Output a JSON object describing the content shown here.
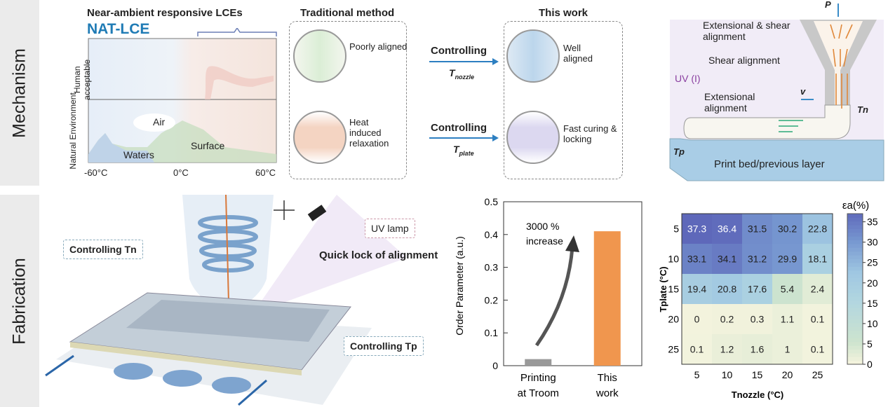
{
  "rows": {
    "mechanism": "Mechanism",
    "fabrication": "Fabrication"
  },
  "panel_a": {
    "title": "Near-ambient responsive LCEs",
    "brand": "NAT-LCE",
    "y_top": "Human acceptable",
    "y_bottom": "Natural Environment",
    "labels": {
      "air": "Air",
      "waters": "Waters",
      "surface": "Surface"
    },
    "ticks": [
      "-60°C",
      "0°C",
      "60°C"
    ]
  },
  "traditional": {
    "title": "Traditional method",
    "top": "Poorly aligned",
    "bottom": "Heat induced relaxation"
  },
  "controls": {
    "word": "Controlling",
    "nozzle_sym": "T",
    "nozzle_sub": "nozzle",
    "plate_sym": "T",
    "plate_sub": "plate"
  },
  "this_work": {
    "title": "This work",
    "top": "Well aligned",
    "bottom": "Fast curing & locking"
  },
  "nozzle_panel": {
    "p": "P",
    "ext_shear": "Extensional & shear alignment",
    "shear": "Shear alignment",
    "uv": "UV (I)",
    "v": "v",
    "ext": "Extensional alignment",
    "tn": "Tn",
    "tp": "Tp",
    "bed": "Print bed/previous layer"
  },
  "fabrication": {
    "ctrl_tn": "Controlling Tn",
    "uv_lamp": "UV lamp",
    "quick_lock": "Quick lock of alignment",
    "ctrl_tp": "Controlling Tp"
  },
  "chart_data": [
    {
      "type": "bar",
      "categories": [
        "Printing at Troom",
        "This work"
      ],
      "category_lines": [
        [
          "Printing",
          "at Troom"
        ],
        [
          "This",
          "work"
        ]
      ],
      "values": [
        0.02,
        0.41
      ],
      "colors": [
        "#999999",
        "#f0964e"
      ],
      "ylabel": "Order Parameter (a.u.)",
      "ylim": [
        0,
        0.5
      ],
      "yticks": [
        "0",
        "0.1",
        "0.2",
        "0.3",
        "0.4",
        "0.5"
      ],
      "annotation": [
        "3000 %",
        "increase"
      ]
    },
    {
      "type": "heatmap",
      "xlabel": "Tnozzle (°C)",
      "ylabel": "Tplate (°C)",
      "x": [
        "5",
        "10",
        "15",
        "20",
        "25"
      ],
      "y": [
        "5",
        "10",
        "15",
        "20",
        "25"
      ],
      "values": [
        [
          37.3,
          36.4,
          31.5,
          30.2,
          22.8
        ],
        [
          33.1,
          34.1,
          31.2,
          29.9,
          18.1
        ],
        [
          19.4,
          20.8,
          17.6,
          5.4,
          2.4
        ],
        [
          0,
          0.2,
          0.3,
          1.1,
          0.1
        ],
        [
          0.1,
          1.2,
          1.6,
          1,
          0.1
        ]
      ],
      "colorbar_label": "εa(%)",
      "colorbar_ticks": [
        "0",
        "5",
        "10",
        "15",
        "20",
        "25",
        "30",
        "35"
      ],
      "colorbar_range": [
        0,
        37
      ]
    }
  ]
}
